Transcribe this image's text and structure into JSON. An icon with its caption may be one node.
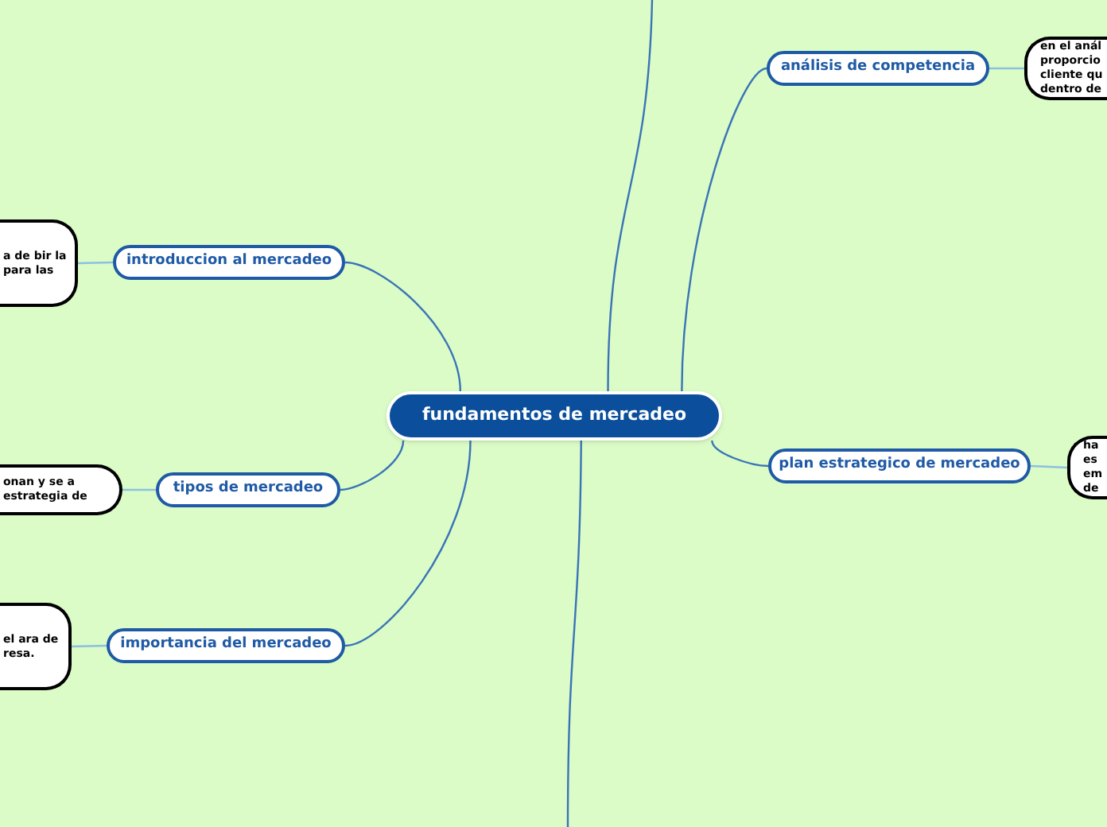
{
  "diagram": {
    "nodes": [
      {
        "text": [
          "fundamentos de mercadeo"
        ]
      },
      {
        "text": [
          "introduccion al mercadeo"
        ]
      },
      {
        "text": [
          "a de bir la para las"
        ]
      },
      {
        "text": [
          "tipos de mercadeo"
        ]
      },
      {
        "text": [
          "onan y se a estrategia de"
        ]
      },
      {
        "text": [
          "importancia del mercadeo"
        ]
      },
      {
        "text": [
          "el ara de resa."
        ]
      },
      {
        "text": [
          "análisis de competencia"
        ]
      },
      {
        "text": [
          "en el anál proporcio cliente qu dentro de"
        ]
      },
      {
        "text": [
          "plan estrategico de mercadeo"
        ]
      },
      {
        "text": [
          "ha es em de"
        ]
      }
    ],
    "edges": [
      {
        "from": 0,
        "to": 1,
        "arrow": "none"
      },
      {
        "from": 1,
        "to": 2,
        "arrow": "none",
        "color": "#8cc0e0"
      },
      {
        "from": 0,
        "to": 3,
        "arrow": "none"
      },
      {
        "from": 3,
        "to": 4,
        "arrow": "none",
        "color": "#8cc0e0"
      },
      {
        "from": 0,
        "to": 5,
        "arrow": "none"
      },
      {
        "from": 5,
        "to": 6,
        "arrow": "none",
        "color": "#8cc0e0"
      },
      {
        "from": 0,
        "to": 7,
        "arrow": "none"
      },
      {
        "from": 7,
        "to": 8,
        "arrow": "none",
        "color": "#8cc0e0"
      },
      {
        "from": 0,
        "to": 9,
        "arrow": "none"
      },
      {
        "from": 9,
        "to": 10,
        "arrow": "none",
        "color": "#8cc0e0"
      },
      {
        "from": null,
        "to": 0,
        "arrow": "none"
      },
      {
        "from": 0,
        "to": null,
        "arrow": "none"
      }
    ]
  }
}
